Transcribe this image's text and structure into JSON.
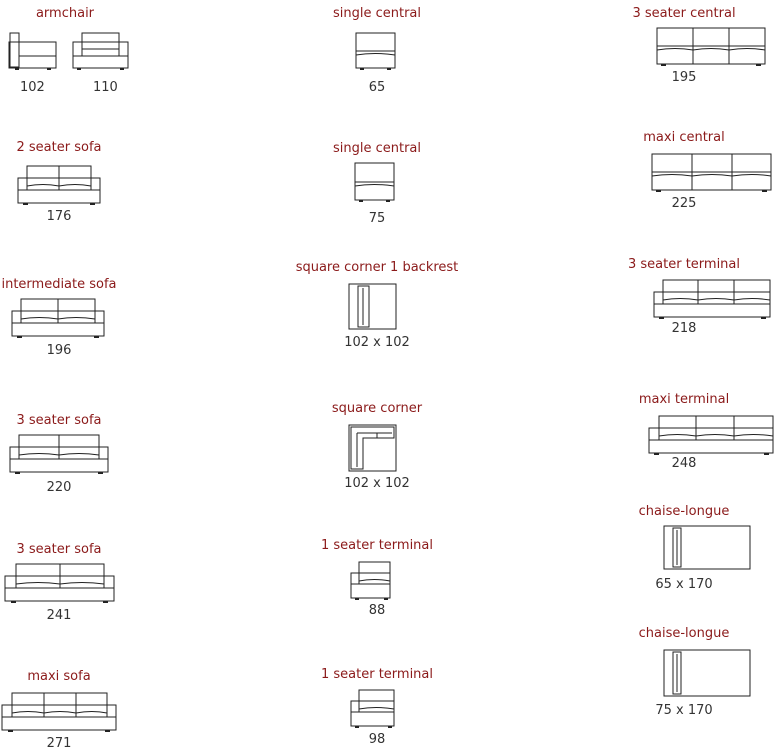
{
  "left": [
    {
      "title": "armchair",
      "dims": [
        "102",
        "110"
      ]
    },
    {
      "title": "2 seater sofa",
      "dim": "176"
    },
    {
      "title": "intermediate sofa",
      "dim": "196"
    },
    {
      "title": "3 seater sofa",
      "dim": "220"
    },
    {
      "title": "3 seater sofa",
      "dim": "241"
    },
    {
      "title": "maxi sofa",
      "dim": "271"
    }
  ],
  "middle": [
    {
      "title": "single central",
      "dim": "65"
    },
    {
      "title": "single central",
      "dim": "75"
    },
    {
      "title": "square corner 1 backrest",
      "dim": "102 x 102"
    },
    {
      "title": "square corner",
      "dim": "102 x 102"
    },
    {
      "title": "1 seater terminal",
      "dim": "88"
    },
    {
      "title": "1 seater terminal",
      "dim": "98"
    }
  ],
  "right": [
    {
      "title": "3 seater central",
      "dim": "195"
    },
    {
      "title": "maxi central",
      "dim": "225"
    },
    {
      "title": "3 seater terminal",
      "dim": "218"
    },
    {
      "title": "maxi terminal",
      "dim": "248"
    },
    {
      "title": "chaise-longue",
      "dim": "65 x 170"
    },
    {
      "title": "chaise-longue",
      "dim": "75 x 170"
    }
  ],
  "colors": {
    "title": "#8b1a1a",
    "dimension": "#333333",
    "line": "#222222"
  }
}
